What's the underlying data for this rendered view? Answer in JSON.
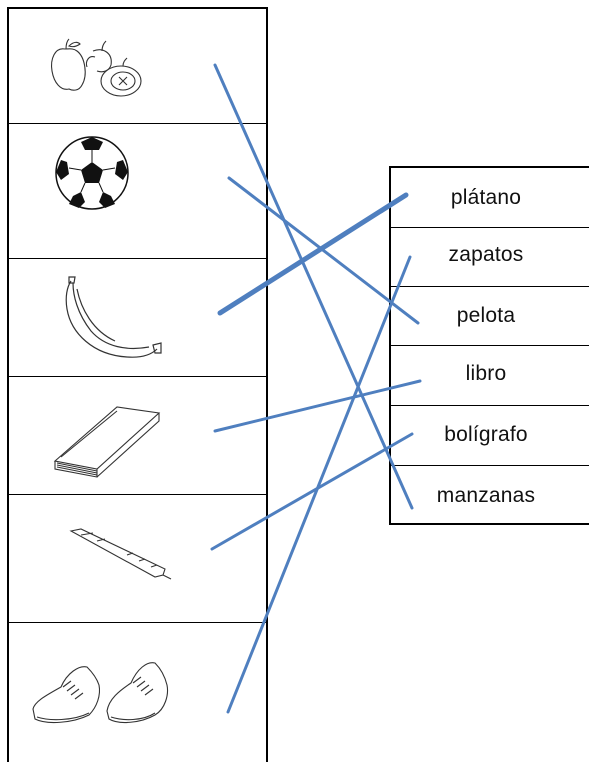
{
  "pictures": [
    {
      "icon": "apples-icon"
    },
    {
      "icon": "soccer-ball-icon"
    },
    {
      "icon": "banana-icon"
    },
    {
      "icon": "book-icon"
    },
    {
      "icon": "pen-icon"
    },
    {
      "icon": "sneakers-icon"
    }
  ],
  "words": [
    "plátano",
    "zapatos",
    "pelota",
    "libro",
    "bolígrafo",
    "manzanas"
  ],
  "line_color": "#4f7fbf",
  "matches": [
    {
      "from": "apples-icon",
      "to": "manzanas"
    },
    {
      "from": "soccer-ball-icon",
      "to": "pelota"
    },
    {
      "from": "banana-icon",
      "to": "plátano"
    },
    {
      "from": "book-icon",
      "to": "libro"
    },
    {
      "from": "pen-icon",
      "to": "bolígrafo"
    },
    {
      "from": "sneakers-icon",
      "to": "zapatos"
    }
  ]
}
